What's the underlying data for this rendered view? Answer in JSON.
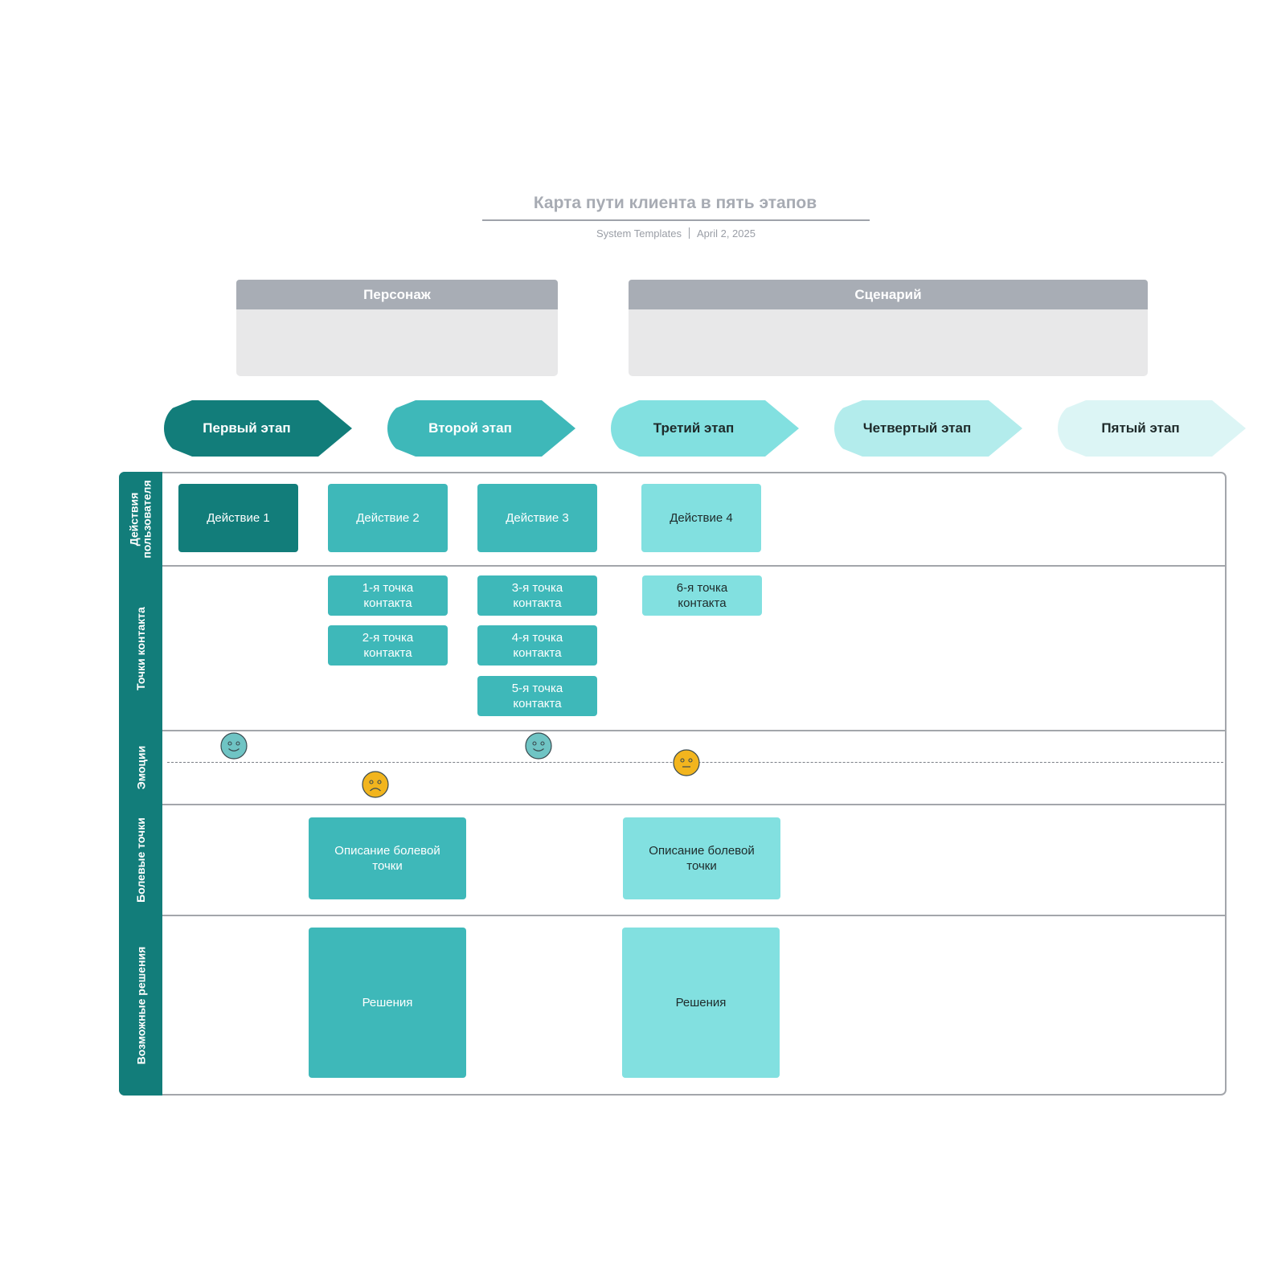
{
  "header": {
    "title": "Карта пути клиента в пять этапов",
    "source": "System Templates",
    "date": "April 2, 2025"
  },
  "panels": {
    "persona": {
      "label": "Персонаж"
    },
    "scenario": {
      "label": "Сценарий"
    }
  },
  "stages": [
    {
      "label": "Первый этап",
      "color": "#127d7a",
      "text_color": "#ffffff"
    },
    {
      "label": "Второй этап",
      "color": "#3eb8b9",
      "text_color": "#ffffff"
    },
    {
      "label": "Третий этап",
      "color": "#82e0e0",
      "text_color": "#1e2a2a"
    },
    {
      "label": "Четвертый этап",
      "color": "#b3ecec",
      "text_color": "#1e2a2a"
    },
    {
      "label": "Пятый этап",
      "color": "#dcf5f5",
      "text_color": "#1e2a2a"
    }
  ],
  "lanes": {
    "actions": {
      "label": "Действия пользователя",
      "items": [
        "Действие 1",
        "Действие 2",
        "Действие 3",
        "Действие 4"
      ]
    },
    "touchpoints": {
      "label": "Точки контакта",
      "items": [
        "1-я точка контакта",
        "2-я точка контакта",
        "3-я точка контакта",
        "4-я точка контакта",
        "5-я точка контакта",
        "6-я точка контакта"
      ]
    },
    "emotions": {
      "label": "Эмоции",
      "faces": [
        {
          "mood": "happy",
          "icon": "smiley-face-icon",
          "color": "#6fc4c4"
        },
        {
          "mood": "sad",
          "icon": "sad-face-icon",
          "color": "#f2b51e"
        },
        {
          "mood": "happy",
          "icon": "smiley-face-icon",
          "color": "#6fc4c4"
        },
        {
          "mood": "neutral",
          "icon": "neutral-face-icon",
          "color": "#f2b51e"
        }
      ]
    },
    "pain_points": {
      "label": "Болевые точки",
      "items": [
        "Описание болевой точки",
        "Описание болевой точки"
      ]
    },
    "solutions": {
      "label": "Возможные решения",
      "items": [
        "Решения",
        "Решения"
      ]
    }
  },
  "colors": {
    "dark_teal": "#127d7a",
    "mid_teal": "#3eb8b9",
    "light_teal": "#82e0e0",
    "panel_gray": "#a8adb5",
    "panel_body": "#e8e8e9"
  }
}
